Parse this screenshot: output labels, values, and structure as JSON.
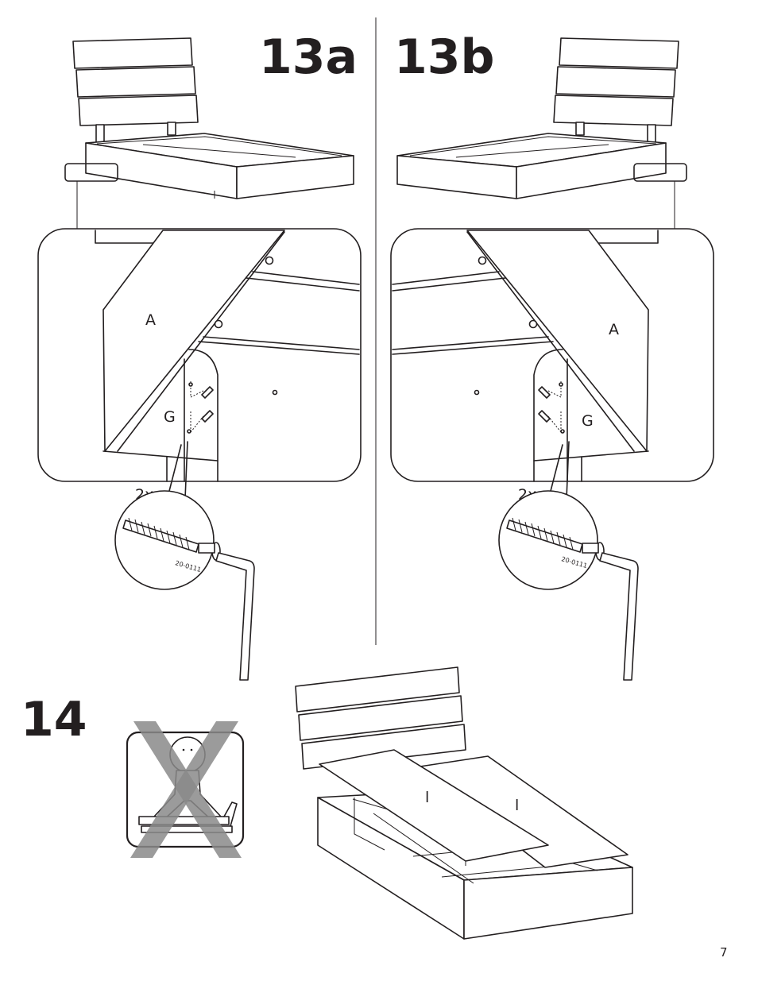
{
  "steps": {
    "s13a": "13a",
    "s13b": "13b",
    "s14": "14"
  },
  "parts": {
    "board_a": "A",
    "board_g": "G"
  },
  "hardware": {
    "quantity": "2x",
    "screw_code": "20-0111"
  },
  "panel_marks": {
    "left": "l",
    "right": "l"
  },
  "page_number": "7",
  "colors": {
    "line": "#231f20",
    "cross": "#8a8a8a"
  },
  "icons": {
    "warning": "no-standing-on-slats-icon",
    "tool": "allen-key-icon"
  }
}
